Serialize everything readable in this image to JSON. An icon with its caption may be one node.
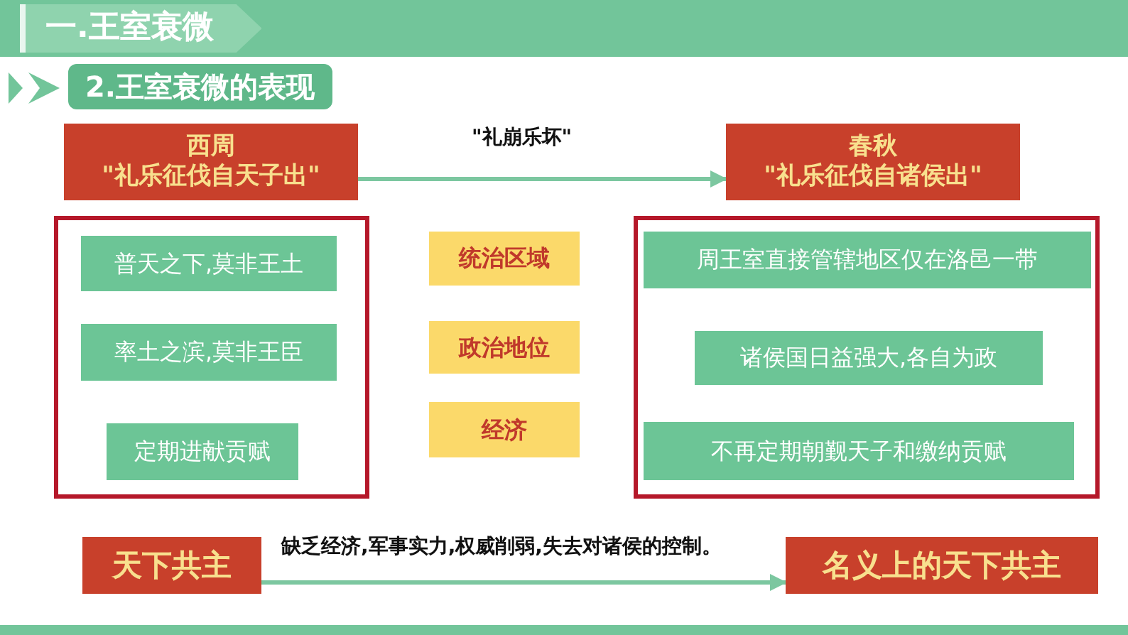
{
  "diagram": {
    "title": "一.王室衰微",
    "nodes": [
      {
        "text": [
          "西周",
          "\"礼乐征伐自天子出\""
        ]
      },
      {
        "text": [
          "春秋",
          "\"礼乐征伐自诸侯出\""
        ]
      },
      {
        "text": [],
        "shape": "box"
      },
      {
        "text": [
          "普天之下,莫非王土"
        ],
        "in": 2
      },
      {
        "text": [
          "率土之滨,莫非王臣"
        ],
        "in": 2
      },
      {
        "text": [
          "定期进献贡赋"
        ],
        "in": 2
      },
      {
        "text": [
          "统治区域"
        ]
      },
      {
        "text": [
          "政治地位"
        ]
      },
      {
        "text": [
          "经济"
        ]
      },
      {
        "text": [],
        "shape": "box"
      },
      {
        "text": [
          "周王室直接管辖地区仅在洛邑一带"
        ],
        "in": 9
      },
      {
        "text": [
          "诸侯国日益强大,各自为政"
        ],
        "in": 9
      },
      {
        "text": [
          "不再定期朝觐天子和缴纳贡赋"
        ],
        "in": 9
      },
      {
        "text": [
          "天下共主"
        ]
      },
      {
        "text": [
          "名义上的天下共主"
        ]
      }
    ],
    "edges": [
      {
        "from": 0,
        "to": 1,
        "arrow": "to",
        "label": "\"礼崩乐坏\""
      },
      {
        "from": 13,
        "to": 14,
        "arrow": "to",
        "label": "缺乏经济,军事实力,权威削弱,失去对诸侯的控制。"
      }
    ],
    "labels": [
      "2.王室衰微的表现"
    ]
  }
}
